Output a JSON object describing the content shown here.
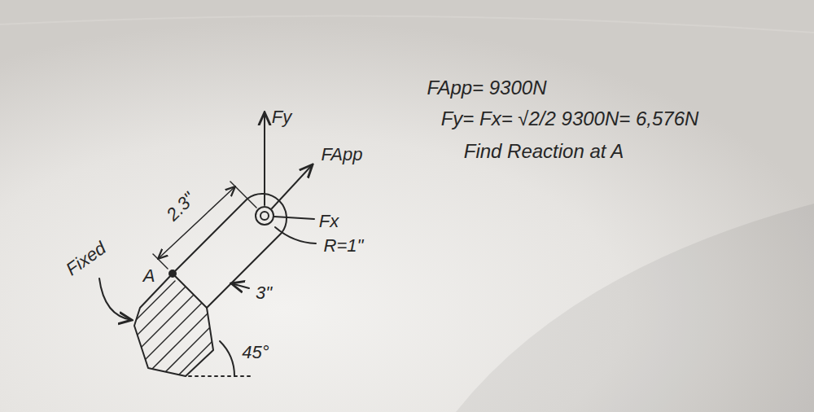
{
  "diagram": {
    "labels": [
      "Fy",
      "FApp",
      "Fx",
      "2.3\"",
      "Fixed",
      "A",
      "R=1\"",
      "3\"",
      "45°",
      "FApp= 9300N",
      "Fy= Fx= √2/2 9300N= 6,576N",
      "Find Reaction at A"
    ]
  }
}
